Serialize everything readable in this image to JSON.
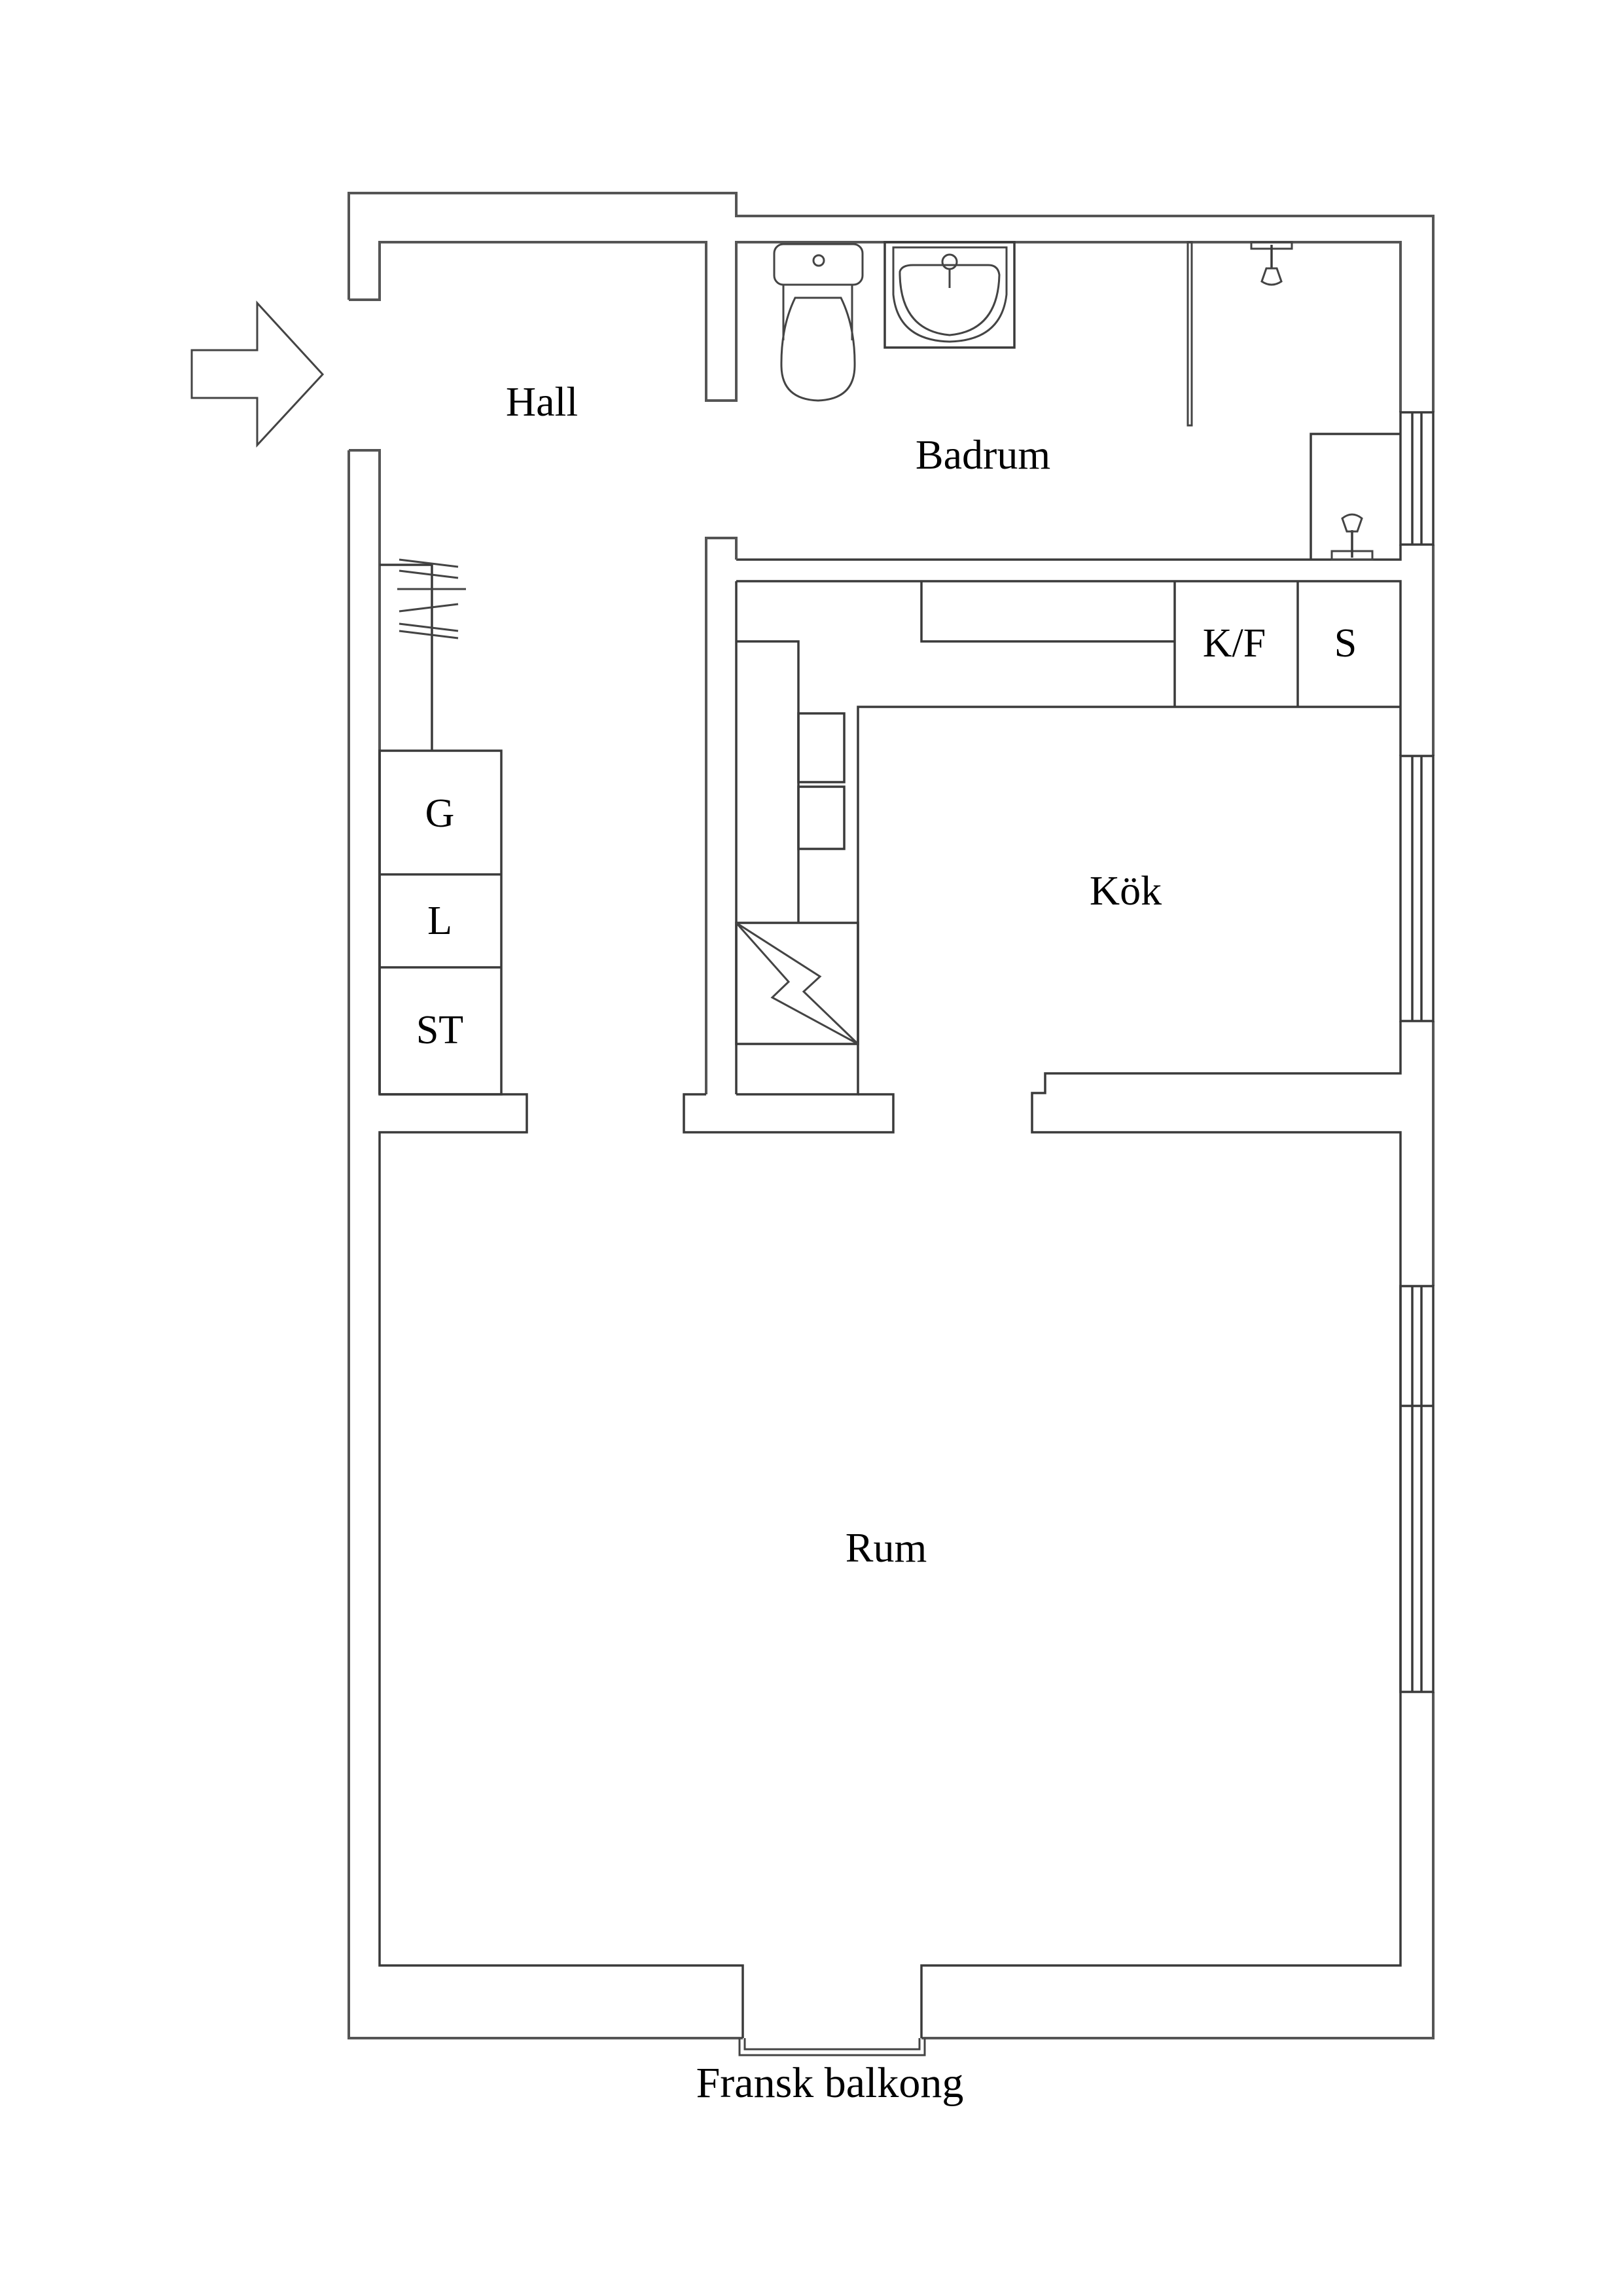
{
  "plan": {
    "rooms": [
      {
        "id": "hall",
        "label": "Hall"
      },
      {
        "id": "badrum",
        "label": "Badrum"
      },
      {
        "id": "kok",
        "label": "Kök"
      },
      {
        "id": "rum",
        "label": "Rum"
      }
    ],
    "appliances": [
      {
        "id": "g",
        "label": "G"
      },
      {
        "id": "l",
        "label": "L"
      },
      {
        "id": "st",
        "label": "ST"
      },
      {
        "id": "kf",
        "label": "K/F"
      },
      {
        "id": "s",
        "label": "S"
      }
    ],
    "balcony_label": "Fransk balkong",
    "icons": {
      "entrance": "entrance-arrow-icon",
      "toilet": "toilet-icon",
      "sink": "sink-icon",
      "shower": "shower-icon",
      "bath_tap": "tap-icon",
      "stove": "stove-icon",
      "wardrobe": "wardrobe-icon",
      "window": "window-icon"
    },
    "colors": {
      "wall_stroke": "#555555",
      "background": "#ffffff",
      "text": "#000000"
    }
  }
}
